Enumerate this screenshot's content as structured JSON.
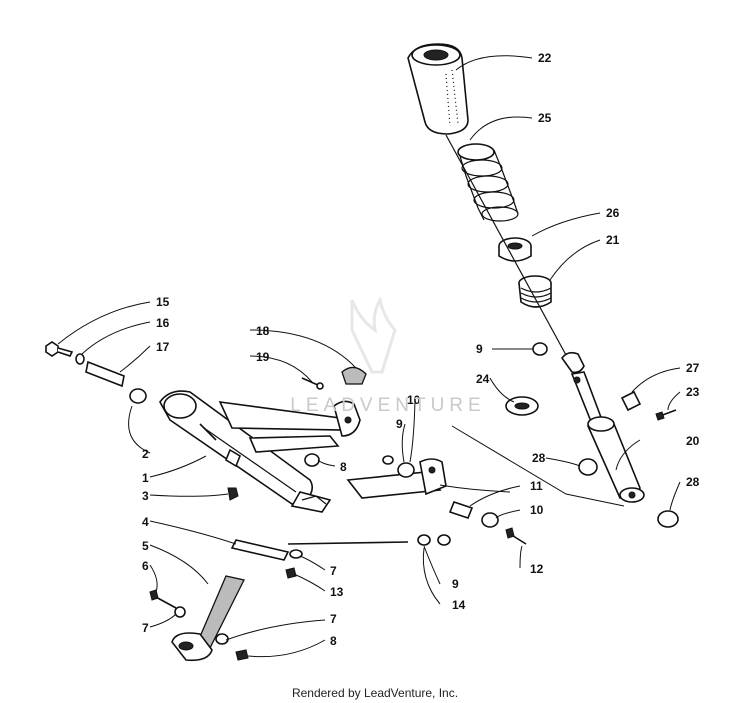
{
  "watermark": "LEADVENTURE",
  "credit": "Rendered by LeadVenture, Inc.",
  "callouts": {
    "c1": "1",
    "c2": "2",
    "c3": "3",
    "c4": "4",
    "c5": "5",
    "c6": "6",
    "c7a": "7",
    "c7b": "7",
    "c7c": "7",
    "c8a": "8",
    "c8b": "8",
    "c9a": "9",
    "c9b": "9",
    "c9c": "9",
    "c10a": "10",
    "c10b": "10",
    "c11": "11",
    "c12": "12",
    "c13": "13",
    "c14": "14",
    "c15": "15",
    "c16": "16",
    "c17": "17",
    "c18": "18",
    "c19": "19",
    "c20": "20",
    "c21": "21",
    "c22": "22",
    "c23": "23",
    "c24": "24",
    "c25": "25",
    "c26": "26",
    "c27": "27",
    "c28a": "28",
    "c28b": "28"
  }
}
